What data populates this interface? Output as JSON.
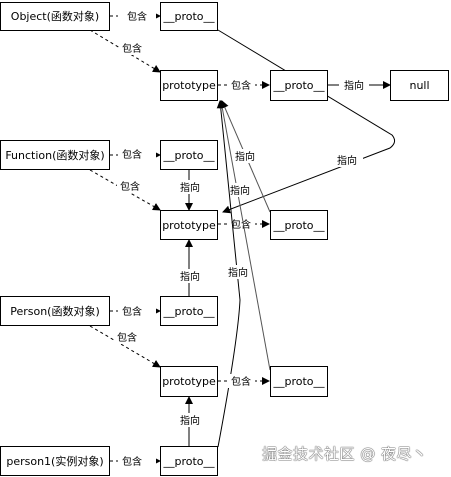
{
  "nodes": {
    "object_fn": "Object(函数对象)",
    "object_proto": "__proto__",
    "object_prototype": "prototype",
    "object_prototype_proto": "__proto__",
    "null_node": "null",
    "function_fn": "Function(函数对象)",
    "function_proto": "__proto__",
    "function_prototype": "prototype",
    "function_prototype_proto": "__proto__",
    "person_fn": "Person(函数对象)",
    "person_proto": "__proto__",
    "person_prototype": "prototype",
    "person_prototype_proto": "__proto__",
    "person1_obj": "person1(实例对象)",
    "person1_proto": "__proto__"
  },
  "edge_labels": {
    "contains": "包含",
    "points_to": "指向"
  },
  "watermark": "掘金技术社区 @ 夜尽丶"
}
